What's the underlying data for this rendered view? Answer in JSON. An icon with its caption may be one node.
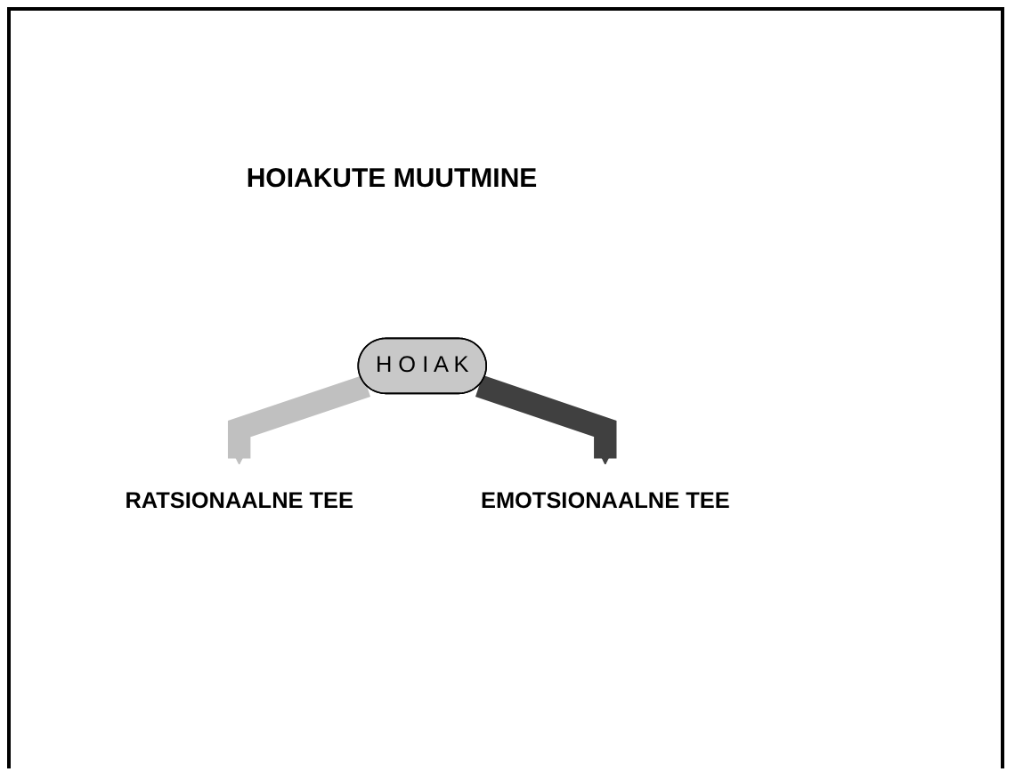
{
  "diagram": {
    "title": "HOIAKUTE MUUTMINE",
    "nodes": [
      {
        "text": [
          "H O I A K"
        ]
      },
      {
        "text": [
          "RATSIONAALNE TEE"
        ]
      },
      {
        "text": [
          "EMOTSIONAALNE TEE"
        ]
      }
    ],
    "edges": [
      {
        "from": 0,
        "to": 1,
        "arrow": "to",
        "color": "#c0c0c0"
      },
      {
        "from": 0,
        "to": 2,
        "arrow": "to",
        "color": "#404040"
      }
    ]
  }
}
